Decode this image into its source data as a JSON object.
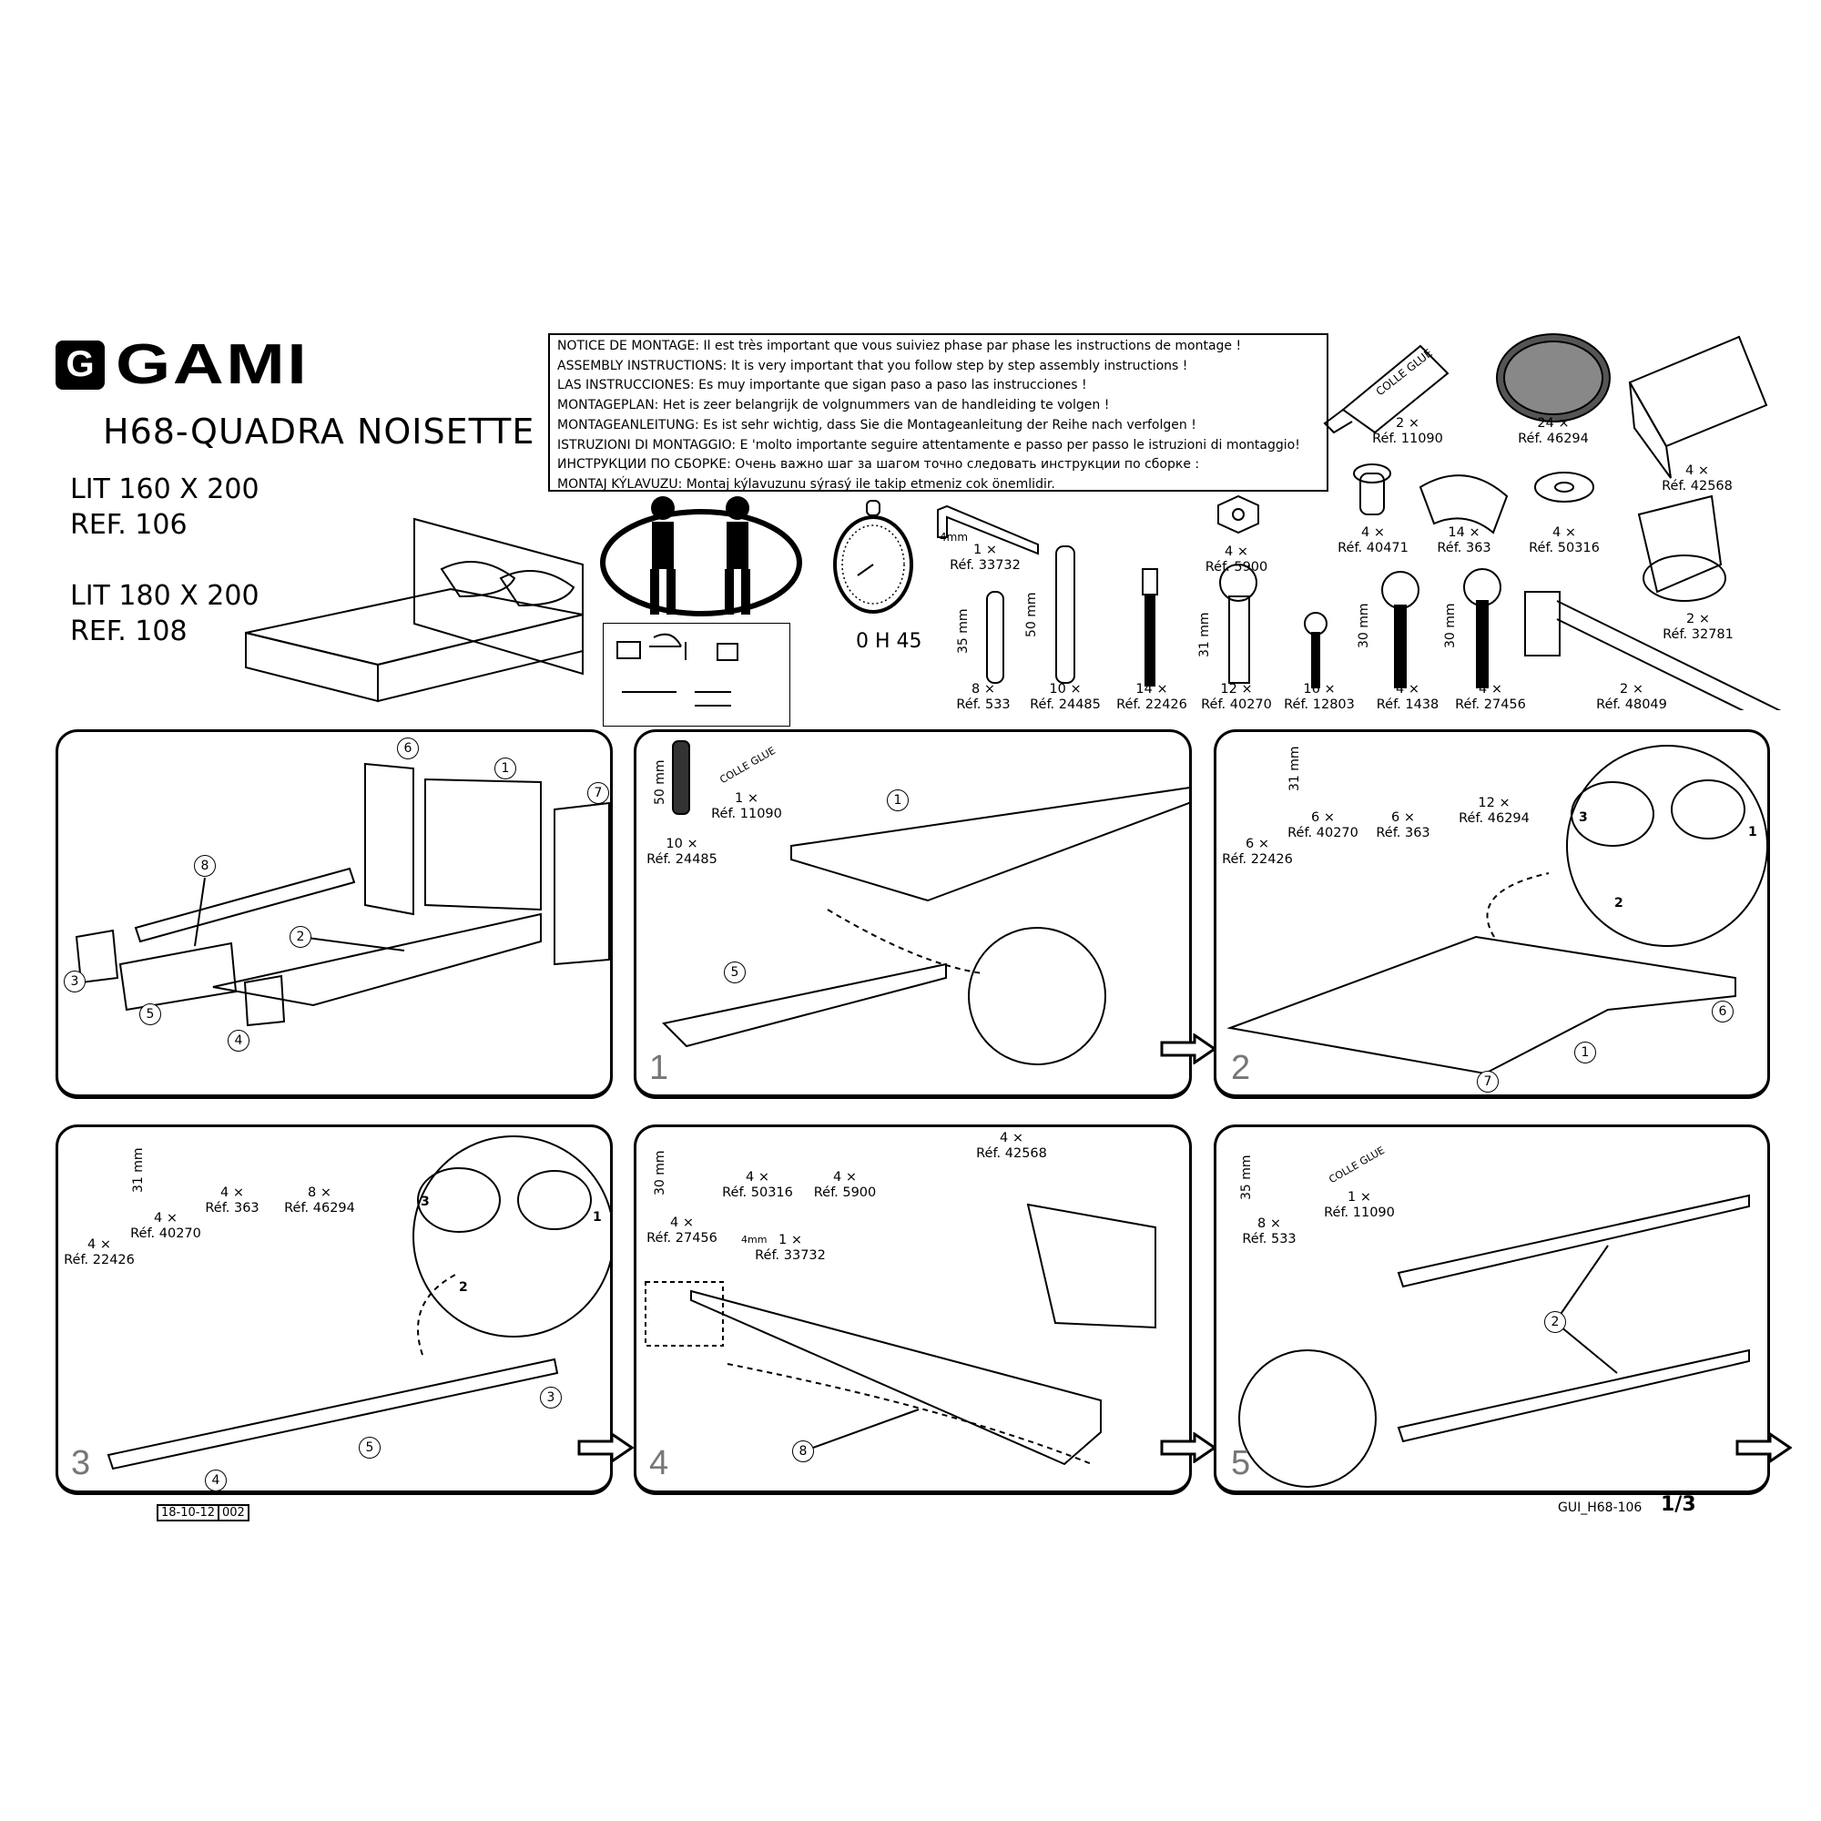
{
  "brand": {
    "logo_mark": "G",
    "logo_text": "GAMI"
  },
  "product": {
    "title": "H68-QUADRA NOISETTE",
    "variants": [
      {
        "size": "LIT 160 X 200",
        "ref": "REF. 106"
      },
      {
        "size": "LIT 180 X 200",
        "ref": "REF. 108"
      }
    ]
  },
  "notice": [
    "NOTICE DE MONTAGE: Il est très important que vous suiviez phase par phase les instructions de montage !",
    "ASSEMBLY INSTRUCTIONS: It is very important that you follow step by step assembly instructions !",
    "LAS INSTRUCCIONES: Es muy importante que sigan paso a paso las instrucciones !",
    "MONTAGEPLAN: Het is zeer belangrijk de volgnummers van de handleiding te volgen !",
    "MONTAGEANLEITUNG: Es ist sehr wichtig, dass Sie die Montageanleitung der Reihe nach verfolgen !",
    "ISTRUZIONI DI MONTAGGIO: E 'molto importante seguire attentamente e passo per passo le istruzioni di montaggio!",
    "ИНСТРУКЦИИ ПО СБОРКЕ: Очень важно шаг за шагом точно следовать инструкции по сборке :",
    "MONTAJ KÝLAVUZU: Montaj kýlavuzunu sýrasý ile takip etmeniz cok önemlidir."
  ],
  "assembly_time": "0 H 45",
  "parts": [
    {
      "qty": "2 ×",
      "ref": "Réf. 11090",
      "label": "COLLE GLUE"
    },
    {
      "qty": "24 ×",
      "ref": "Réf. 46294"
    },
    {
      "qty": "4 ×",
      "ref": "Réf. 42568"
    },
    {
      "qty": "4 ×",
      "ref": "Réf. 40471"
    },
    {
      "qty": "14 ×",
      "ref": "Réf. 363"
    },
    {
      "qty": "4 ×",
      "ref": "Réf. 50316"
    },
    {
      "qty": "2 ×",
      "ref": "Réf. 32781"
    },
    {
      "qty": "1 ×",
      "ref": "Réf. 33732",
      "size": "4mm"
    },
    {
      "qty": "4 ×",
      "ref": "Réf. 5900"
    },
    {
      "qty": "8 ×",
      "ref": "Réf. 533",
      "size": "35 mm"
    },
    {
      "qty": "10 ×",
      "ref": "Réf. 24485",
      "size": "50 mm"
    },
    {
      "qty": "14 ×",
      "ref": "Réf. 22426"
    },
    {
      "qty": "12 ×",
      "ref": "Réf. 40270",
      "size": "31 mm"
    },
    {
      "qty": "16 ×",
      "ref": "Réf. 12803"
    },
    {
      "qty": "4 ×",
      "ref": "Réf. 1438",
      "size": "30 mm"
    },
    {
      "qty": "4 ×",
      "ref": "Réf. 27456",
      "size": "30 mm"
    },
    {
      "qty": "2 ×",
      "ref": "Réf. 48049"
    }
  ],
  "overview": {
    "callouts": [
      "1",
      "2",
      "3",
      "4",
      "5",
      "6",
      "7",
      "8"
    ]
  },
  "steps": [
    {
      "number": "1",
      "callouts": [
        "1",
        "5"
      ],
      "hardware": [
        {
          "qty": "1 ×",
          "ref": "Réf. 11090"
        },
        {
          "qty": "10 ×",
          "ref": "Réf. 24485",
          "size": "50 mm"
        }
      ],
      "glue": "COLLE GLUE"
    },
    {
      "number": "2",
      "callouts": [
        "1",
        "6",
        "7"
      ],
      "sequence": [
        "1",
        "2",
        "3"
      ],
      "hardware": [
        {
          "qty": "6 ×",
          "ref": "Réf. 22426"
        },
        {
          "qty": "6 ×",
          "ref": "Réf. 40270",
          "size": "31 mm"
        },
        {
          "qty": "6 ×",
          "ref": "Réf. 363"
        },
        {
          "qty": "12 ×",
          "ref": "Réf. 46294"
        }
      ]
    },
    {
      "number": "3",
      "callouts": [
        "3",
        "4",
        "5"
      ],
      "sequence": [
        "1",
        "2",
        "3"
      ],
      "hardware": [
        {
          "qty": "4 ×",
          "ref": "Réf. 22426"
        },
        {
          "qty": "4 ×",
          "ref": "Réf. 40270",
          "size": "31 mm"
        },
        {
          "qty": "4 ×",
          "ref": "Réf. 363"
        },
        {
          "qty": "8 ×",
          "ref": "Réf. 46294"
        }
      ]
    },
    {
      "number": "4",
      "callouts": [
        "8"
      ],
      "hardware": [
        {
          "qty": "4 ×",
          "ref": "Réf. 27456",
          "size": "30 mm"
        },
        {
          "qty": "4 ×",
          "ref": "Réf. 50316"
        },
        {
          "qty": "4 ×",
          "ref": "Réf. 5900"
        },
        {
          "qty": "4 ×",
          "ref": "Réf. 42568"
        },
        {
          "qty": "1 ×",
          "ref": "Réf. 33732",
          "size": "4mm"
        }
      ]
    },
    {
      "number": "5",
      "callouts": [
        "2"
      ],
      "hardware": [
        {
          "qty": "8 ×",
          "ref": "Réf. 533",
          "size": "35 mm"
        },
        {
          "qty": "1 ×",
          "ref": "Réf. 11090"
        }
      ],
      "glue": "COLLE GLUE"
    }
  ],
  "footer": {
    "date": "18-10-12",
    "version": "002",
    "doc_code": "GUI_H68-106",
    "page": "1/3"
  }
}
